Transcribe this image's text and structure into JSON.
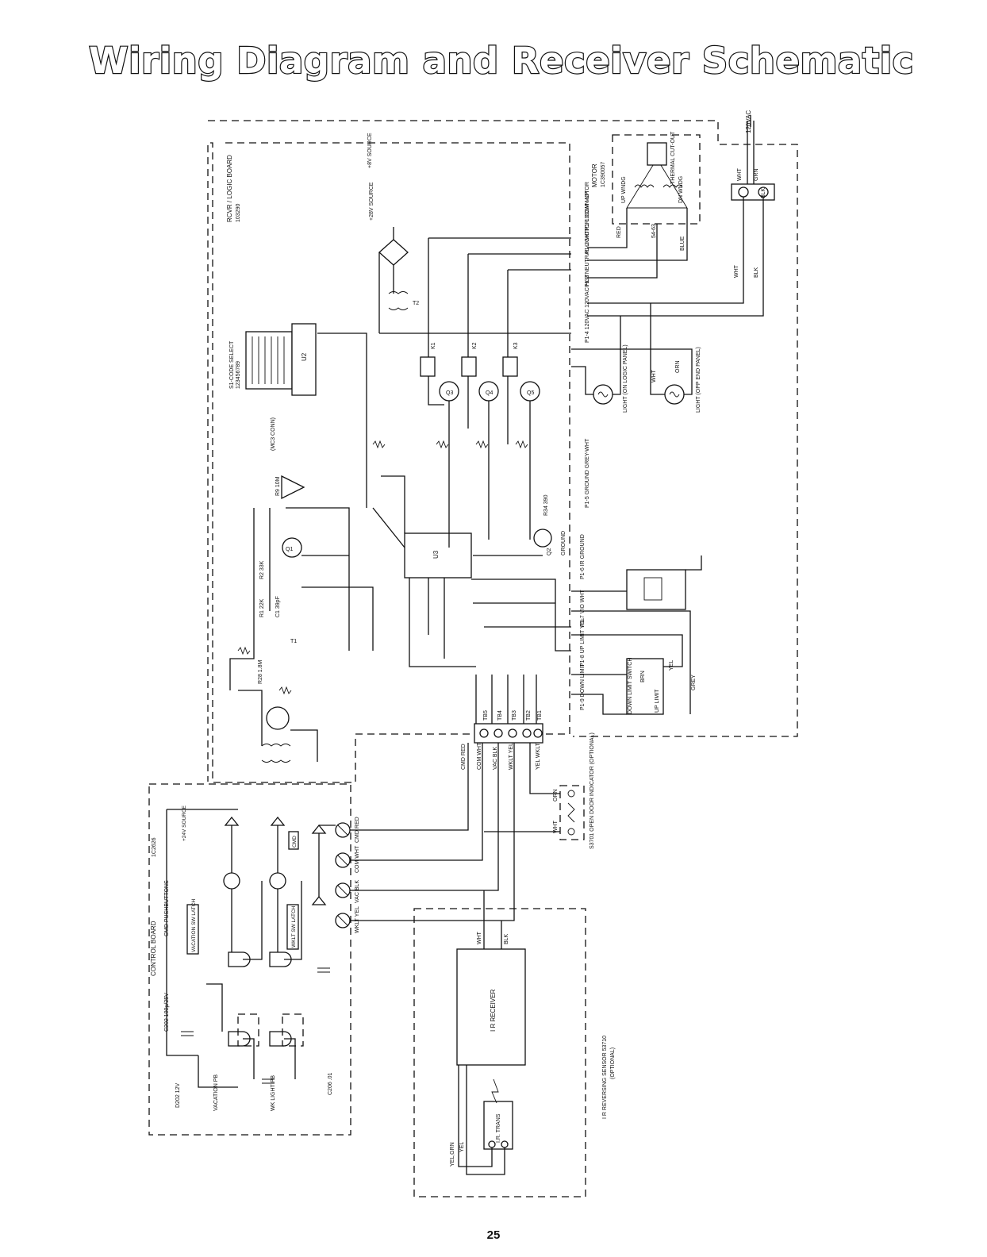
{
  "page": {
    "title": "Wiring Diagram and Receiver Schematic",
    "page_number": "25"
  },
  "rcvr_board": {
    "label": "RCVR / LOGIC BOARD",
    "part": "103290"
  },
  "control_board": {
    "label": "CONTROL BOARD",
    "part": "1C2626",
    "pushbuttons": "CMD PUSHBUTTONS"
  },
  "motor": {
    "label": "MOTOR",
    "part": "1C390057",
    "up_winding": "UP WNDG",
    "dn_winding": "DN WNDG",
    "thermal": "THERMAL CUT-OUT",
    "cap": "54-63",
    "red": "RED",
    "blue": "BLUE"
  },
  "power": {
    "supply": "120VAC",
    "wht": "WHT",
    "blk": "BLK",
    "grn": "GRN"
  },
  "ir_sensor": {
    "receiver": "I R RECEIVER",
    "trans": "I.R. TRANS",
    "label": "I R REVERSING SENSOR 53710",
    "optional": "(OPTIONAL)",
    "wht": "WHT",
    "blk": "BLK",
    "yel": "YEL",
    "yel_grn": "YEL,GRN"
  },
  "lights": {
    "logic": "LIGHT (ON LOGIC PANEL)",
    "opp": "LIGHT (OPP END PANEL)",
    "wht": "WHT",
    "orn": "ORN"
  },
  "limits": {
    "down": "DOWN LIMIT SWITCH",
    "up": "UP LIMIT",
    "brn": "BRN",
    "yel": "YEL",
    "grey": "GREY"
  },
  "code_select": {
    "label": "S1-CODE SELECT",
    "digits": "123456789"
  },
  "ic_labels": {
    "u2": "U2",
    "u3": "U3",
    "u1": "(MC3 CONN)",
    "t1": "T1",
    "t2": "T2"
  },
  "relays": [
    "K1",
    "K2",
    "K3"
  ],
  "transistors": [
    "Q1",
    "Q2",
    "Q3",
    "Q4",
    "Q5"
  ],
  "sources": {
    "plus8v": "+8V SOURCE",
    "plus28v": "+28V SOURCE",
    "plus24v": "+24V SOURCE"
  },
  "pin_labels": [
    "P1-1 COM MOTOR",
    "P1-2 MOTOR DOWN UP",
    "P1-3 NEUTRAL LIGHT",
    "P1-4 120VAC 120VAC HOT",
    "P1-5 GROUND GREY-WHT",
    "P1-6 IR GROUND",
    "P1-7 VIO WHT",
    "P1-8 UP LIMIT YEL",
    "P1-9 DOWN LIMIT"
  ],
  "tb_labels": [
    "TB1",
    "TB2",
    "TB3",
    "TB4",
    "TB5"
  ],
  "tb_wires": {
    "cmd": "CMD RED",
    "vac": "VAC BLK",
    "wkl": "WKLT YEL",
    "com": "COM WHT",
    "obs": "YEL WKLT"
  },
  "control_wires": [
    "CMD RED",
    "COM WHT",
    "VAC BLK",
    "WKLT YEL"
  ],
  "buttons": {
    "vacation": "VACATION PB",
    "wk_light": "WK LIGHT PB",
    "cmd": "CMD"
  },
  "latches": {
    "vacation": "VACATION SW LATCH",
    "wklt": "WKLT SW LATCH"
  },
  "door_indicator": {
    "label": "S3701 OPEN DOOR INDICATOR (OPTIONAL)",
    "orn": "ORN",
    "wht": "WHT"
  },
  "ground": "GROUND",
  "component_values": [
    "R1 22K",
    "R2 33K",
    "C1 39pF",
    "R9 10M",
    "R28 1.8M",
    "R34 390",
    "C202 100µ/25V",
    "C206 .01",
    "D202 12V"
  ]
}
